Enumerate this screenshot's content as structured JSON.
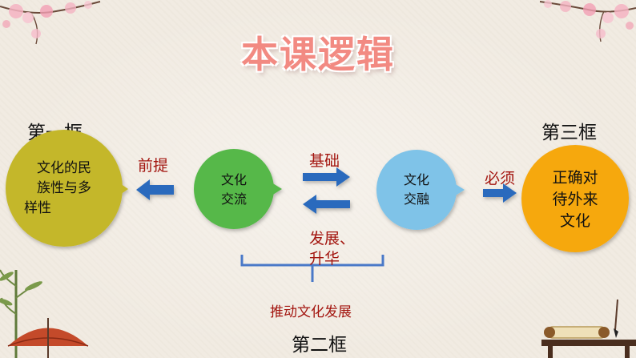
{
  "title": "本课逻辑",
  "frames": {
    "first": "第一框",
    "second": "第二框",
    "third": "第三框"
  },
  "nodes": {
    "ethnic_diversity": {
      "line1": "文化的民",
      "line2": "族性与多",
      "line3": "样性"
    },
    "cultural_exchange": {
      "line1": "文化",
      "line2": "交流"
    },
    "cultural_fusion": {
      "line1": "文化",
      "line2": "交融"
    },
    "foreign_culture": {
      "line1": "正确对",
      "line2": "待外来",
      "line3": "文化"
    }
  },
  "relations": {
    "premise": "前提",
    "foundation": "基础",
    "development_line1": "发展、",
    "development_line2": "升华",
    "necessary": "必须",
    "promote": "推动文化发展"
  },
  "colors": {
    "title": "#f28a82",
    "olive": "#c4b72a",
    "green": "#56b84a",
    "light_blue": "#7fc3e8",
    "orange": "#f6a80e",
    "arrow_blue": "#2a6bbd",
    "brace_blue": "#4a79c8",
    "red_text": "#a3150f"
  }
}
